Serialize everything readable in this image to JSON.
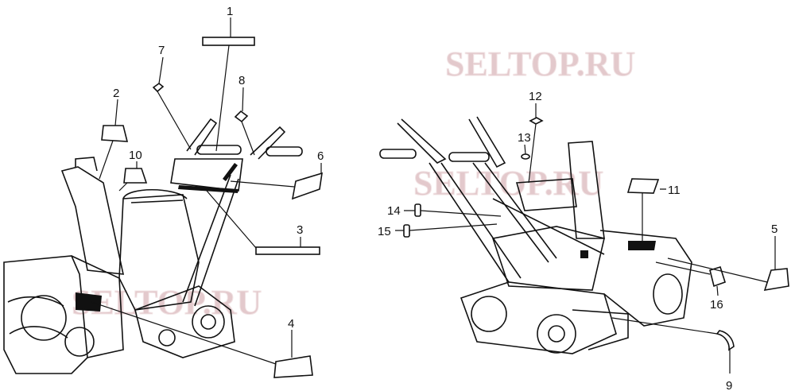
{
  "watermark": "SELTOP.RU",
  "callouts": [
    {
      "id": "1",
      "label": "1"
    },
    {
      "id": "2",
      "label": "2"
    },
    {
      "id": "3",
      "label": "3"
    },
    {
      "id": "4",
      "label": "4"
    },
    {
      "id": "5",
      "label": "5"
    },
    {
      "id": "6",
      "label": "6"
    },
    {
      "id": "7",
      "label": "7"
    },
    {
      "id": "8",
      "label": "8"
    },
    {
      "id": "9",
      "label": "9"
    },
    {
      "id": "10",
      "label": "10"
    },
    {
      "id": "11",
      "label": "11"
    },
    {
      "id": "12",
      "label": "12"
    },
    {
      "id": "13",
      "label": "13"
    },
    {
      "id": "14",
      "label": "14"
    },
    {
      "id": "15",
      "label": "15"
    },
    {
      "id": "16",
      "label": "16"
    }
  ]
}
